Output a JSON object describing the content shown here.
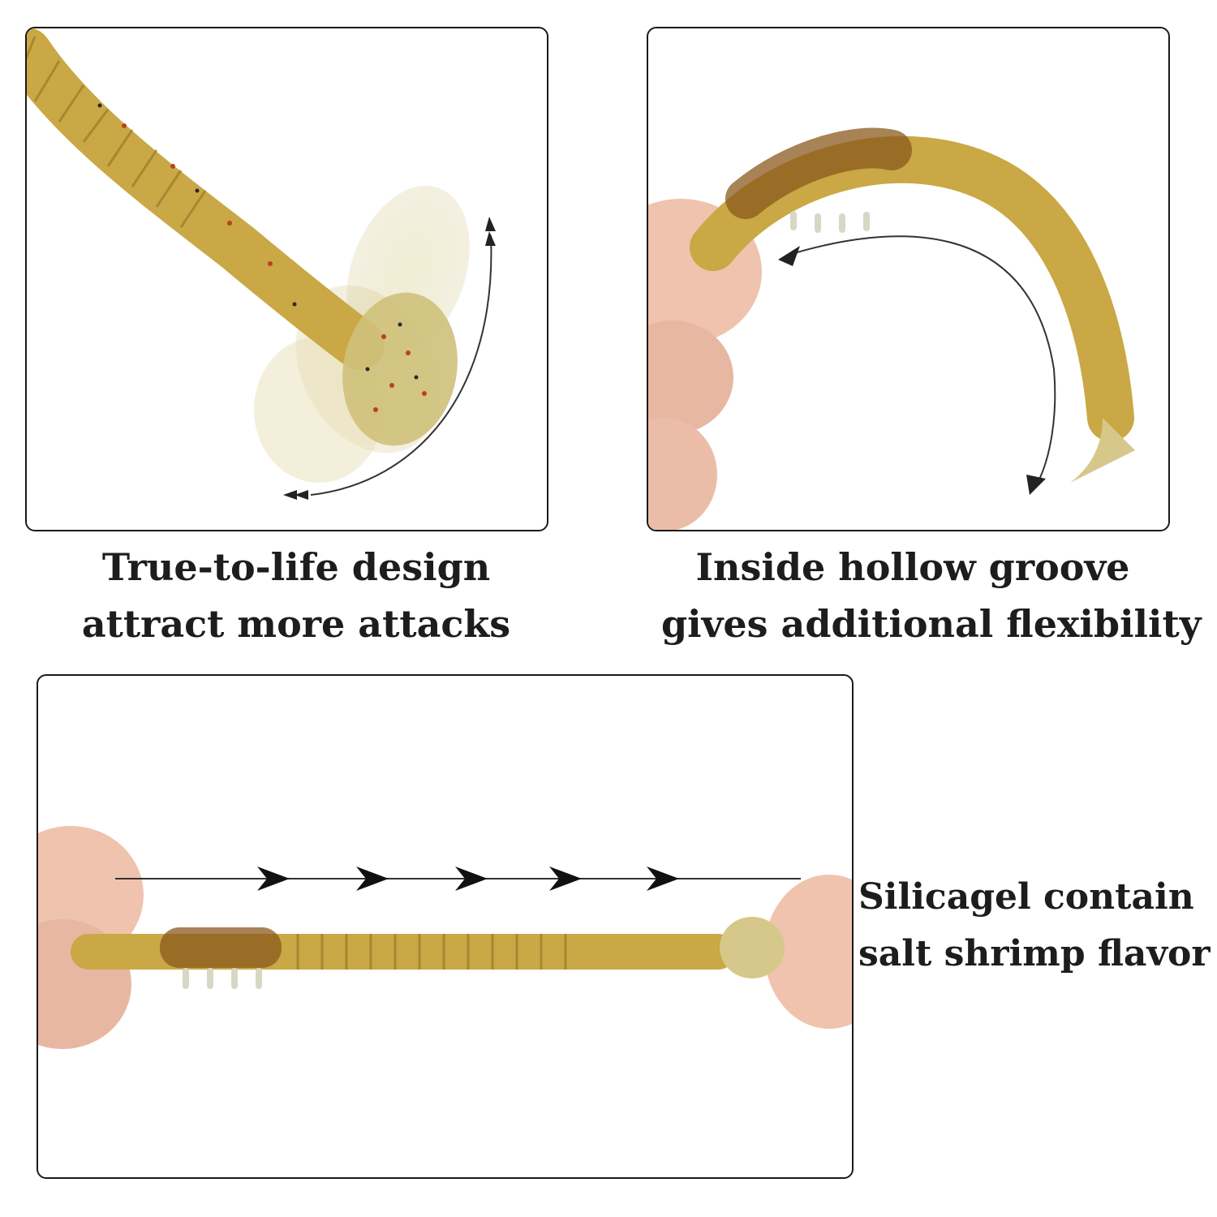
{
  "panels": [
    {
      "caption_lines": [
        "True-to-life design",
        "attract more attacks"
      ],
      "arrow_icon": "curved-double-arrow-icon"
    },
    {
      "caption_lines": [
        "Inside hollow groove",
        "gives additional flexibility"
      ],
      "arrow_icon": "curved-arrow-icon"
    },
    {
      "caption_lines": [
        "Silicagel contain",
        "salt shrimp flavor"
      ],
      "arrow_icon": "straight-line-arrows-icon"
    }
  ],
  "colors": {
    "lure_body": "#c9a845",
    "lure_dark": "#8a5a1e",
    "skin": "#efc3ae",
    "border": "#1a1a1a",
    "text": "#1d1d1d"
  }
}
